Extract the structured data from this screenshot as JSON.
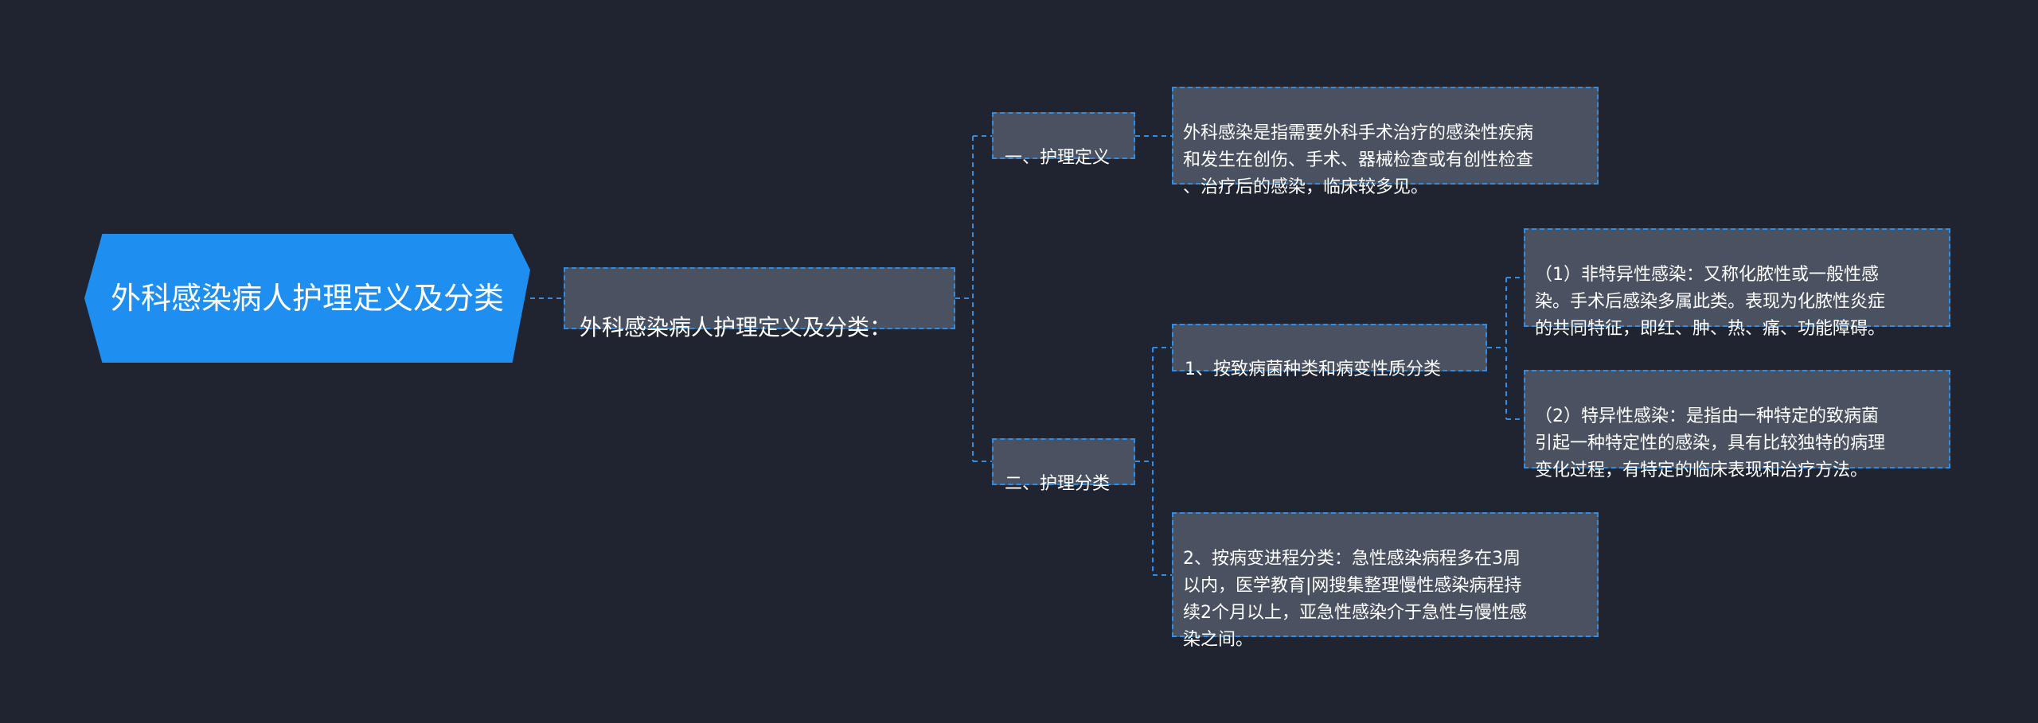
{
  "root": {
    "title": "外科感染病人护理定义及分类"
  },
  "subtitle": "外科感染病人护理定义及分类：",
  "sections": [
    {
      "label": "一、护理定义",
      "content": "外科感染是指需要外科手术治疗的感染性疾病\n和发生在创伤、手术、器械检查或有创性检查\n、治疗后的感染，临床较多见。"
    },
    {
      "label": "二、护理分类"
    }
  ],
  "classification": [
    {
      "label": "1、按致病菌种类和病变性质分类",
      "items": [
        "（1）非特异性感染：又称化脓性或一般性感\n染。手术后感染多属此类。表现为化脓性炎症\n的共同特征，即红、肿、热、痛、功能障碍。",
        "（2）特异性感染：是指由一种特定的致病菌\n引起一种特定性的感染，具有比较独特的病理\n变化过程，有特定的临床表现和治疗方法。"
      ]
    },
    {
      "label": "2、按病变进程分类：急性感染病程多在3周\n以内，医学教育|网搜集整理慢性感染病程持\n续2个月以上，亚急性感染介于急性与慢性感\n染之间。"
    }
  ],
  "colors": {
    "background": "#202430",
    "root": "#1e8ff0",
    "node": "#4a5160",
    "connector": "#2f8de4",
    "text": "#ffffff"
  }
}
